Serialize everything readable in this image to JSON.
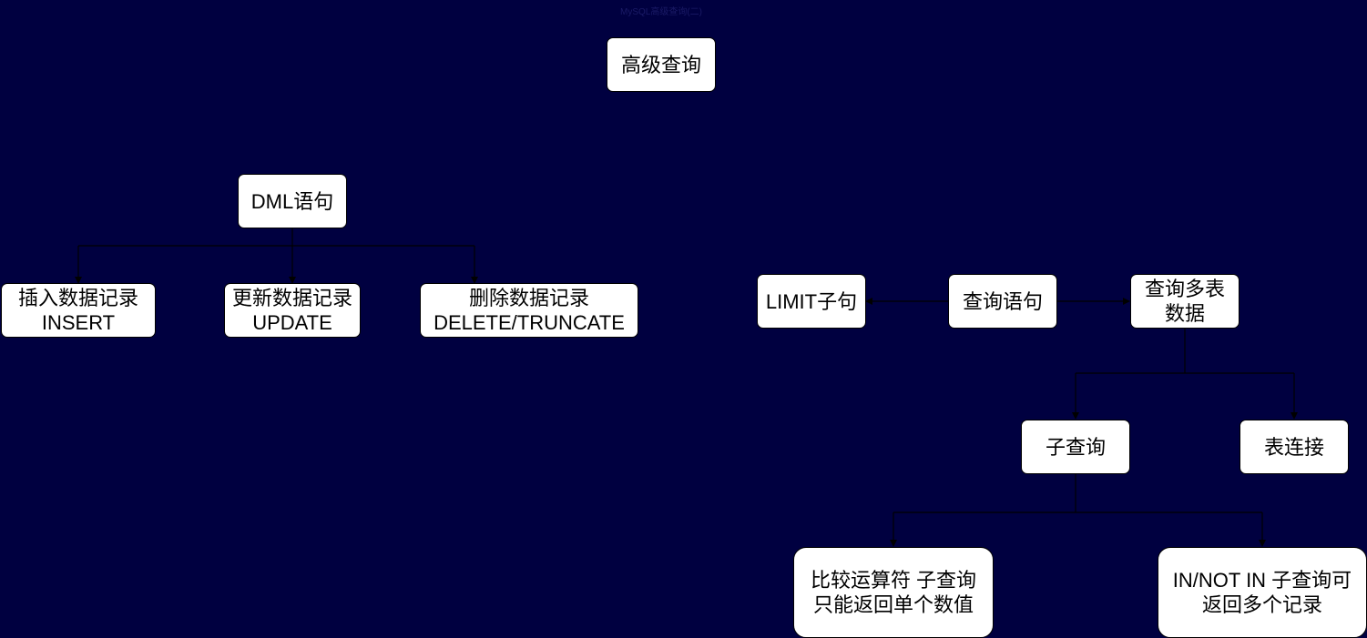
{
  "header_text": "MySQL高级查询(二)",
  "nodes": {
    "advanced_query": "高级查询",
    "dml": "DML语句",
    "insert": "插入数据记录\nINSERT",
    "update": "更新数据记录\nUPDATE",
    "delete": "删除数据记录\nDELETE/TRUNCATE",
    "limit": "LIMIT子句",
    "select": "查询语句",
    "multi_table": "查询多表\n数据",
    "subquery": "子查询",
    "join": "表连接",
    "compare_subquery": "比较运算符 子查询\n只能返回单个数值",
    "in_subquery": "IN/NOT IN 子查询可\n返回多个记录"
  }
}
